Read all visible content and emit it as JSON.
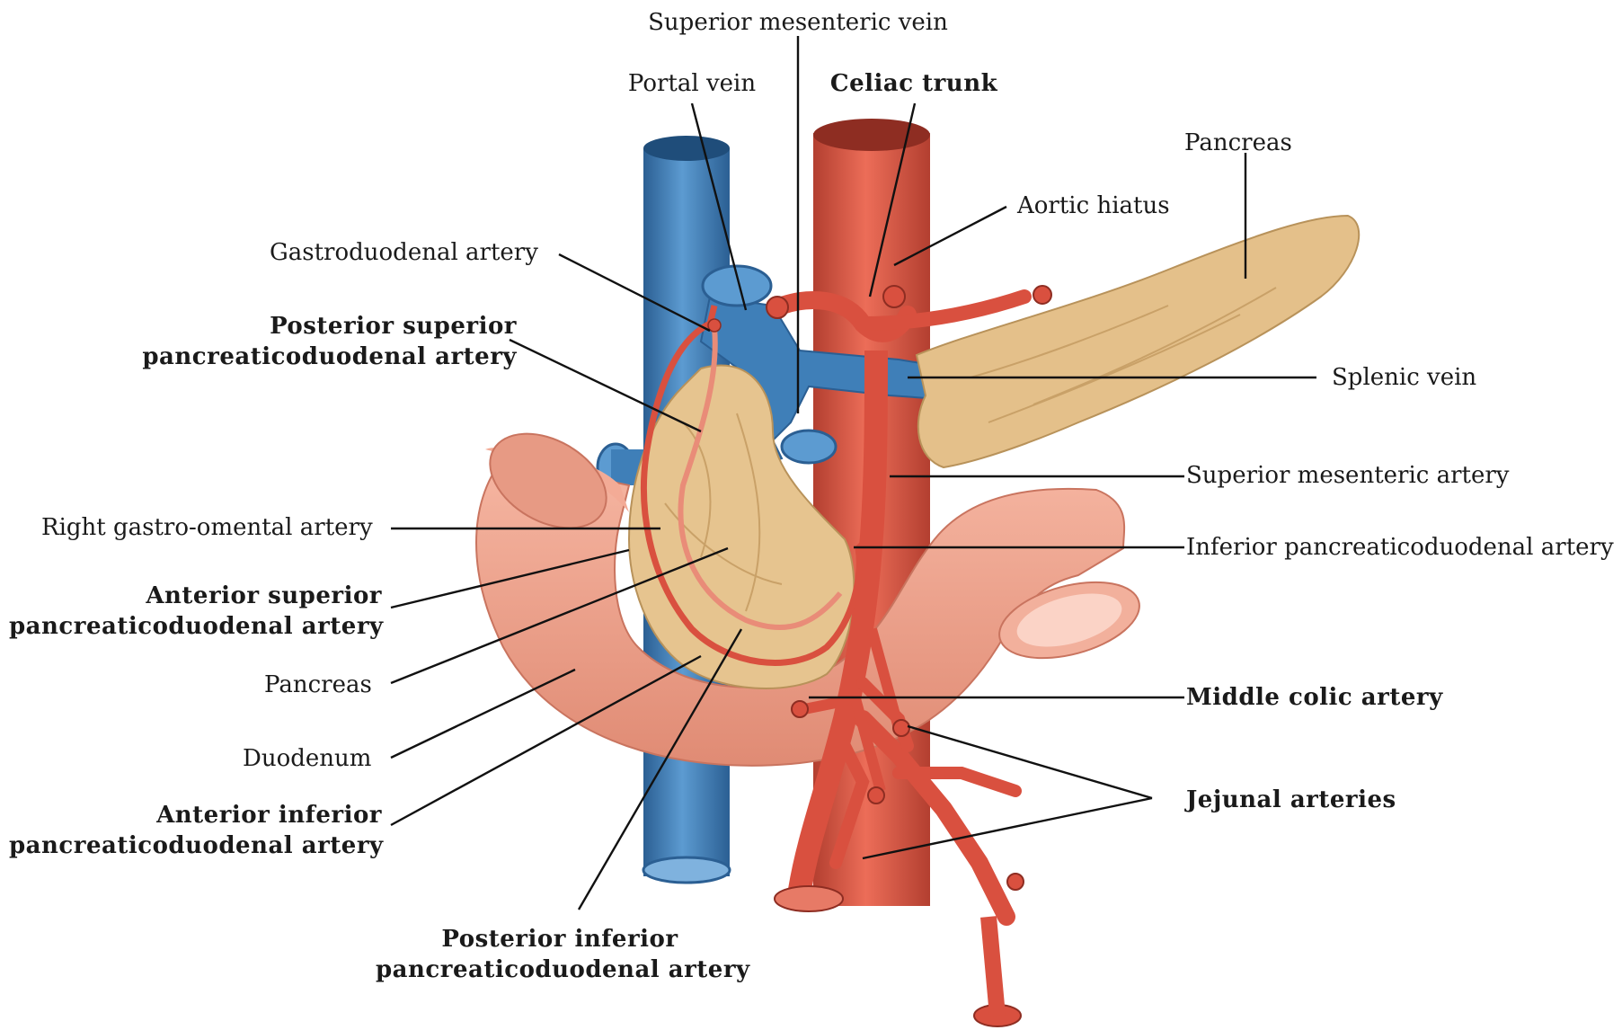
{
  "labels": {
    "superior_mesenteric_vein": "Superior mesenteric vein",
    "portal_vein": "Portal vein",
    "celiac_trunk": "Celiac trunk",
    "pancreas_tail": "Pancreas",
    "aortic_hiatus": "Aortic hiatus",
    "gastroduodenal_artery": "Gastroduodenal artery",
    "posterior_superior_pd_line1": "Posterior superior",
    "posterior_superior_pd_line2": "pancreaticoduodenal artery",
    "splenic_vein": "Splenic vein",
    "superior_mesenteric_artery": "Superior mesenteric artery",
    "right_gastro_omental_artery": "Right gastro-omental artery",
    "inferior_pd_artery": "Inferior pancreaticoduodenal artery",
    "anterior_superior_pd_line1": "Anterior superior",
    "anterior_superior_pd_line2": "pancreaticoduodenal artery",
    "pancreas_head": "Pancreas",
    "middle_colic_artery": "Middle colic artery",
    "duodenum": "Duodenum",
    "jejunal_arteries": "Jejunal arteries",
    "anterior_inferior_pd_line1": "Anterior inferior",
    "anterior_inferior_pd_line2": "pancreaticoduodenal artery",
    "posterior_inferior_pd_line1": "Posterior inferior",
    "posterior_inferior_pd_line2": "pancreaticoduodenal artery"
  },
  "colors": {
    "vein": "#3f7fb8",
    "vein_dark": "#2b5f93",
    "artery": "#d9503f",
    "artery_dark": "#a8382b",
    "pancreas": "#e4c08a",
    "pancreas_line": "#b8925a",
    "duodenum": "#f0a08a",
    "duodenum_dark": "#d47b66"
  }
}
